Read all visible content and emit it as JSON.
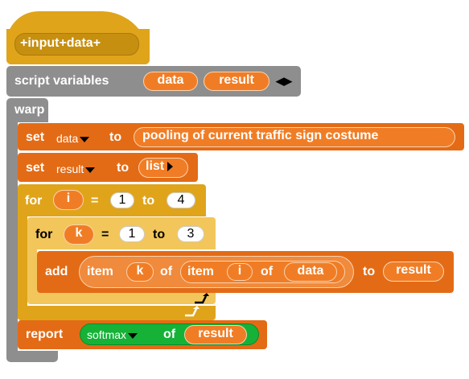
{
  "hat": {
    "label_input": "input",
    "label_data": "data",
    "plus": "+"
  },
  "script_vars": {
    "label": "script variables",
    "var1": "data",
    "var2": "result",
    "arrows": "◀▶"
  },
  "warp": {
    "label": "warp"
  },
  "set1": {
    "set": "set",
    "var": "data",
    "to": "to",
    "value": "pooling of current traffic sign costume"
  },
  "set2": {
    "set": "set",
    "var": "result",
    "to": "to",
    "value": "list"
  },
  "for_outer": {
    "for": "for",
    "var": "i",
    "eq": "=",
    "from": "1",
    "to": "to",
    "end": "4"
  },
  "for_inner": {
    "for": "for",
    "var": "k",
    "eq": "=",
    "from": "1",
    "to": "to",
    "end": "3"
  },
  "add": {
    "add": "add",
    "item": "item",
    "k": "k",
    "of": "of",
    "item2": "item",
    "i": "i",
    "of2": "of",
    "data": "data",
    "to": "to",
    "result": "result"
  },
  "report": {
    "label": "report",
    "func": "softmax",
    "of": "of",
    "result": "result"
  },
  "colors": {
    "control": "#e0a41b",
    "variables": "#e36b16",
    "other": "#8e8e8e",
    "operators": "#16b238"
  },
  "icons": [
    "dropdown-arrow",
    "loop-arrow",
    "right-arrow"
  ]
}
